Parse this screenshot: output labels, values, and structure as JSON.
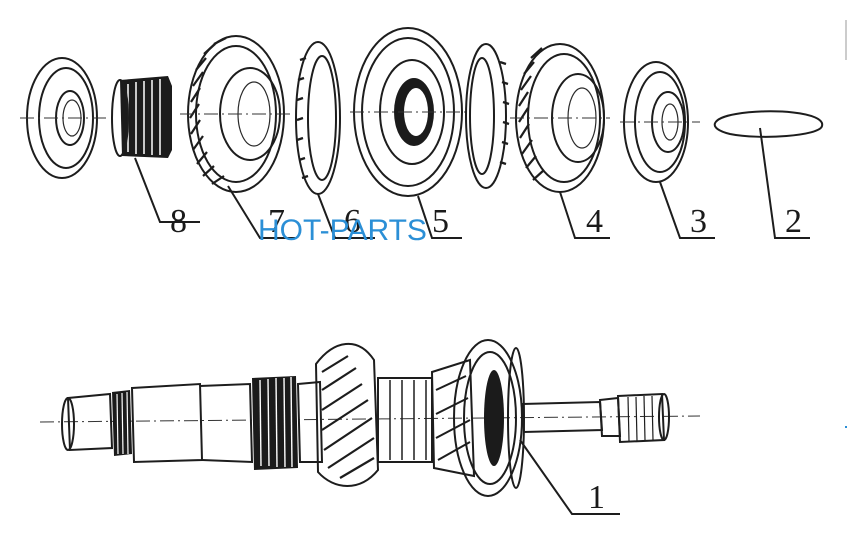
{
  "watermark": "HOT-PARTS",
  "callouts": {
    "c1": "1",
    "c2": "2",
    "c3": "3",
    "c4": "4",
    "c5": "5",
    "c6": "6",
    "c7": "7",
    "c8": "8"
  }
}
